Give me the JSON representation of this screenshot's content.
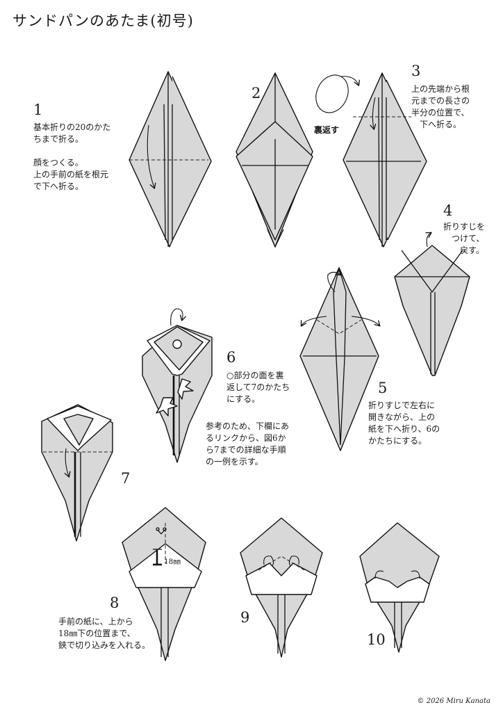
{
  "title": "サンドパンのあたま(初号)",
  "steps": {
    "s1": {
      "number": "1",
      "text": "基本折りの20のかた\nちまで折る。\n\n顔をつくる。\n上の手前の紙を根元\nで下へ折る。"
    },
    "s2": {
      "number": "2",
      "note": "裏返す"
    },
    "s3": {
      "number": "3",
      "text": "上の先端から根\n元までの長さの\n半分の位置で、\n　下へ折る。"
    },
    "s4": {
      "number": "4",
      "text": "折りすじを\n　つけて、\n　　戻す。"
    },
    "s5": {
      "number": "5",
      "text": "折りすじで左右に\n開きながら、上の\n紙を下へ折り、6の\nかたちにする。"
    },
    "s6": {
      "number": "6",
      "text": "○部分の面を裏\n返して7のかたち\nにする。",
      "note": "参考のため、下欄にあ\nるリンクから、図6か\nら7までの詳細な手順\nの一例を示す。"
    },
    "s7": {
      "number": "7"
    },
    "s8": {
      "number": "8",
      "text": "手前の紙に、上から\n18㎜下の位置まで、\n鋏で切り込みを入れる。",
      "measure": "18㎜"
    },
    "s9": {
      "number": "9"
    },
    "s10": {
      "number": "10"
    }
  },
  "credit": "© 2026 Miru Kanata",
  "colors": {
    "paper": "#d8d8d8",
    "line": "#111111",
    "background": "#ffffff"
  }
}
